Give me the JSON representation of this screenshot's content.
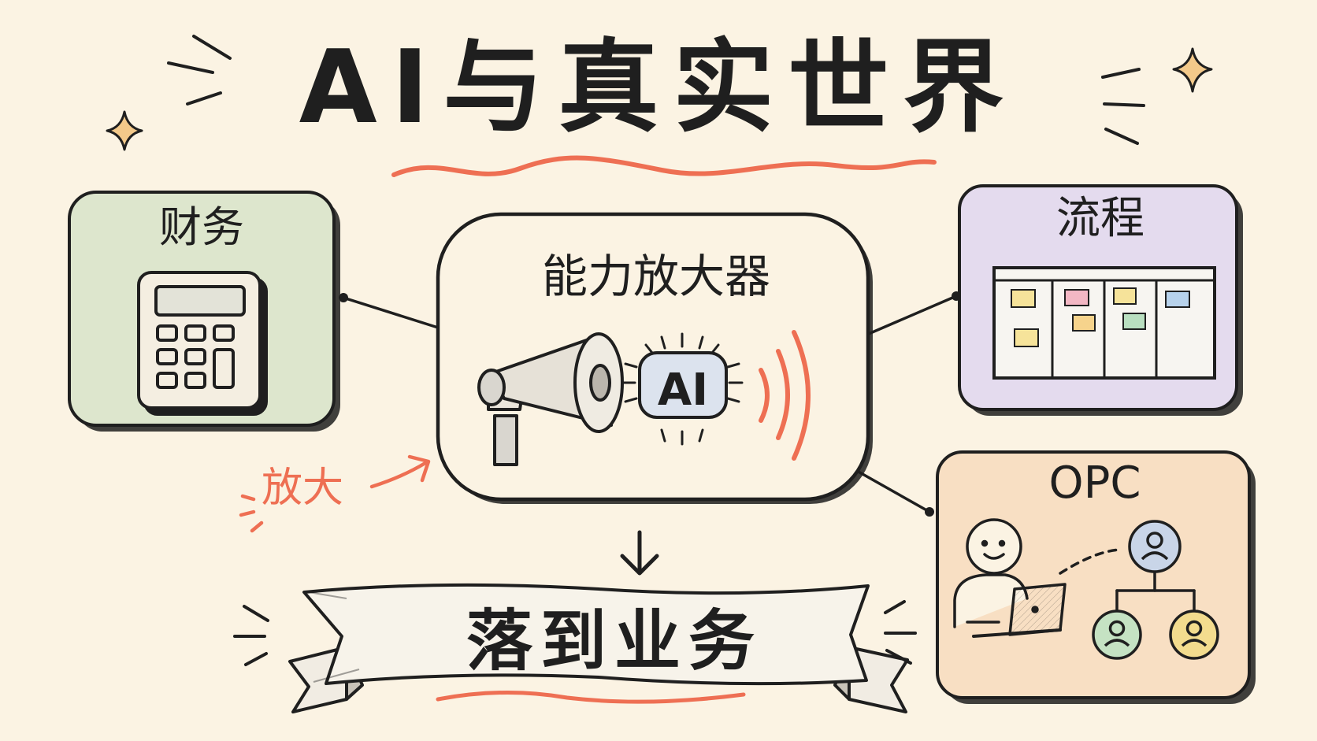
{
  "title": "AI与真实世界",
  "center": {
    "label": "能力放大器",
    "chip_text": "AI",
    "icon": "megaphone-icon"
  },
  "boxes": {
    "finance": {
      "label": "财务",
      "icon": "calculator-icon"
    },
    "process": {
      "label": "流程",
      "icon": "kanban-board-icon"
    },
    "opc": {
      "label": "OPC",
      "icon": "person-laptop-team-icon"
    }
  },
  "amplify_note": "放大",
  "banner": {
    "text": "落到业务"
  },
  "colors": {
    "background": "#fbf3e3",
    "ink": "#1f1f1f",
    "accent": "#ee6f53",
    "finance_fill": "#dde6cd",
    "process_fill": "#e4dbee",
    "opc_fill": "#f8dfc3",
    "center_fill": "#fbf3e3",
    "chip_fill": "#dce3ee"
  }
}
